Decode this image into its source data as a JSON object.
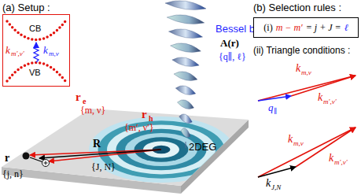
{
  "diagram": {
    "nodes": [
      {
        "text": [
          "CB",
          "VB",
          "k",
          "m′,ν′",
          "k",
          "m,ν"
        ]
      },
      {
        "text": [
          "(i)",
          "m − m′",
          "= j + J =",
          "ℓ"
        ]
      }
    ],
    "labels": [
      "(a) Setup :",
      "Bessel beam",
      "A(r)",
      "{q∥, ℓ}",
      "r",
      "e",
      "{m, ν}",
      "r",
      "h",
      "{m′, ν′}",
      "2DEG",
      "R",
      "{J, N}",
      "r",
      "{j, n}",
      "(b) Selection rules :",
      "(ii) Triangle conditions :",
      "k",
      "m,ν",
      "q",
      "∥",
      "k",
      "m′,ν′",
      "k",
      "m,ν",
      "k",
      "J,N",
      "k",
      "m′,ν′"
    ]
  }
}
